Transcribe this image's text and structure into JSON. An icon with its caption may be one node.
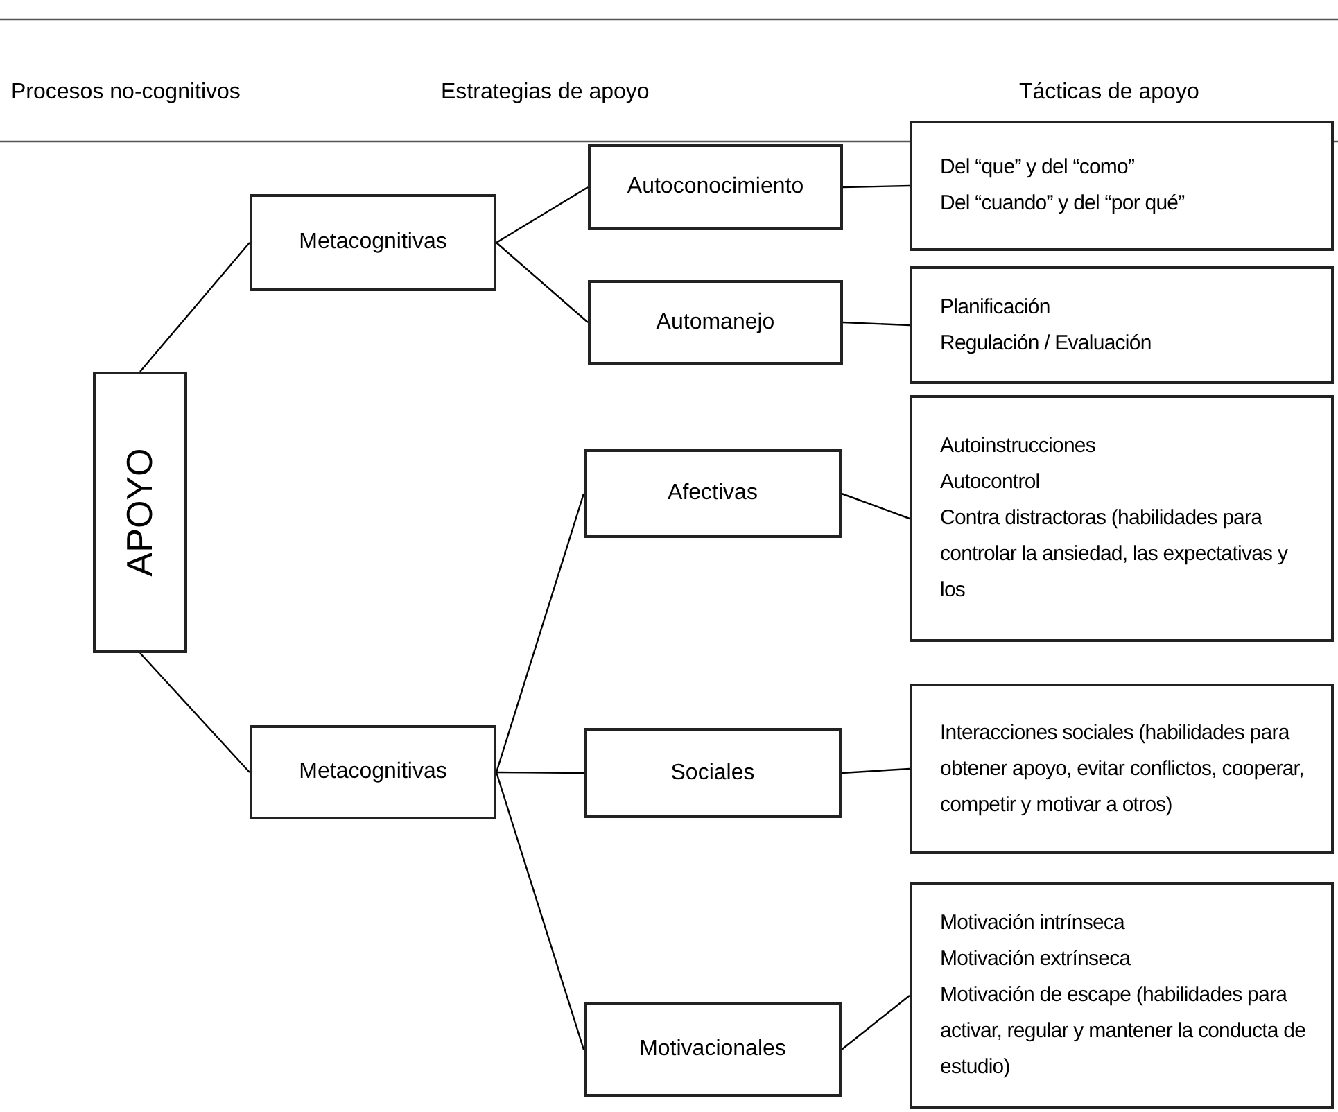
{
  "diagram": {
    "nodes": [
      {
        "text": [
          "APOYO"
        ]
      },
      {
        "text": [
          "Metacognitivas"
        ]
      },
      {
        "text": [
          "Autoconocimiento"
        ]
      },
      {
        "text": [
          "Automanejo"
        ]
      },
      {
        "text": [
          "Del “que” y del “como”",
          "Del “cuando” y del “por qué”"
        ]
      },
      {
        "text": [
          "Planificación",
          "Regulación / Evaluación"
        ]
      },
      {
        "text": [
          "Metacognitivas"
        ]
      },
      {
        "text": [
          "Afectivas"
        ]
      },
      {
        "text": [
          "Autoinstrucciones",
          "Autocontrol",
          "Contra distractoras (habilidades para controlar la ansiedad, las expectativas y los"
        ]
      },
      {
        "text": [
          "Sociales"
        ]
      },
      {
        "text": [
          "Interacciones sociales (habilidades para obtener apoyo, evitar conflictos, cooperar, competir y motivar a otros)"
        ]
      },
      {
        "text": [
          "Motivacionales"
        ]
      },
      {
        "text": [
          "Motivación intrínseca",
          "Motivación extrínseca",
          "Motivación de escape (habilidades para activar, regular y mantener la conducta de estudio)"
        ]
      }
    ],
    "edges": [
      {
        "from": 0,
        "to": 1,
        "arrow": "none"
      },
      {
        "from": 0,
        "to": 6,
        "arrow": "none"
      },
      {
        "from": 1,
        "to": 2,
        "arrow": "none"
      },
      {
        "from": 1,
        "to": 3,
        "arrow": "none"
      },
      {
        "from": 2,
        "to": 4,
        "arrow": "none"
      },
      {
        "from": 3,
        "to": 5,
        "arrow": "none"
      },
      {
        "from": 6,
        "to": 7,
        "arrow": "none"
      },
      {
        "from": 6,
        "to": 9,
        "arrow": "none"
      },
      {
        "from": 6,
        "to": 11,
        "arrow": "none"
      },
      {
        "from": 7,
        "to": 8,
        "arrow": "none"
      },
      {
        "from": 9,
        "to": 10,
        "arrow": "none"
      },
      {
        "from": 11,
        "to": 12,
        "arrow": "none"
      }
    ],
    "labels": [
      "Procesos no-cognitivos",
      "Estrategias de apoyo",
      "Tácticas de apoyo"
    ]
  }
}
